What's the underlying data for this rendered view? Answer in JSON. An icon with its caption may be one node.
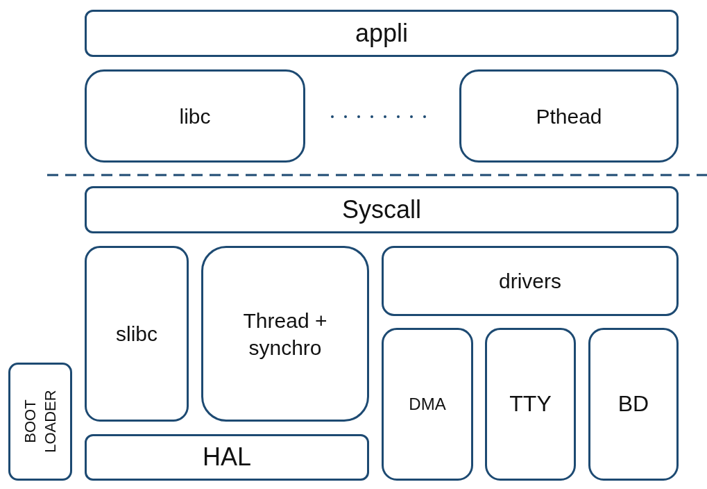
{
  "diagram": {
    "nodes": [
      {
        "text": [
          "appli"
        ]
      },
      {
        "text": [
          "libc"
        ]
      },
      {
        "text": [
          "Pthead"
        ]
      },
      {
        "text": [
          "Syscall"
        ]
      },
      {
        "text": [
          "slibc"
        ]
      },
      {
        "text": [
          "Thread + synchro"
        ]
      },
      {
        "text": [
          "drivers"
        ]
      },
      {
        "text": [
          "DMA"
        ]
      },
      {
        "text": [
          "TTY"
        ]
      },
      {
        "text": [
          "BD"
        ]
      },
      {
        "text": [
          "BOOT LOADER"
        ]
      },
      {
        "text": [
          "HAL"
        ]
      }
    ]
  }
}
